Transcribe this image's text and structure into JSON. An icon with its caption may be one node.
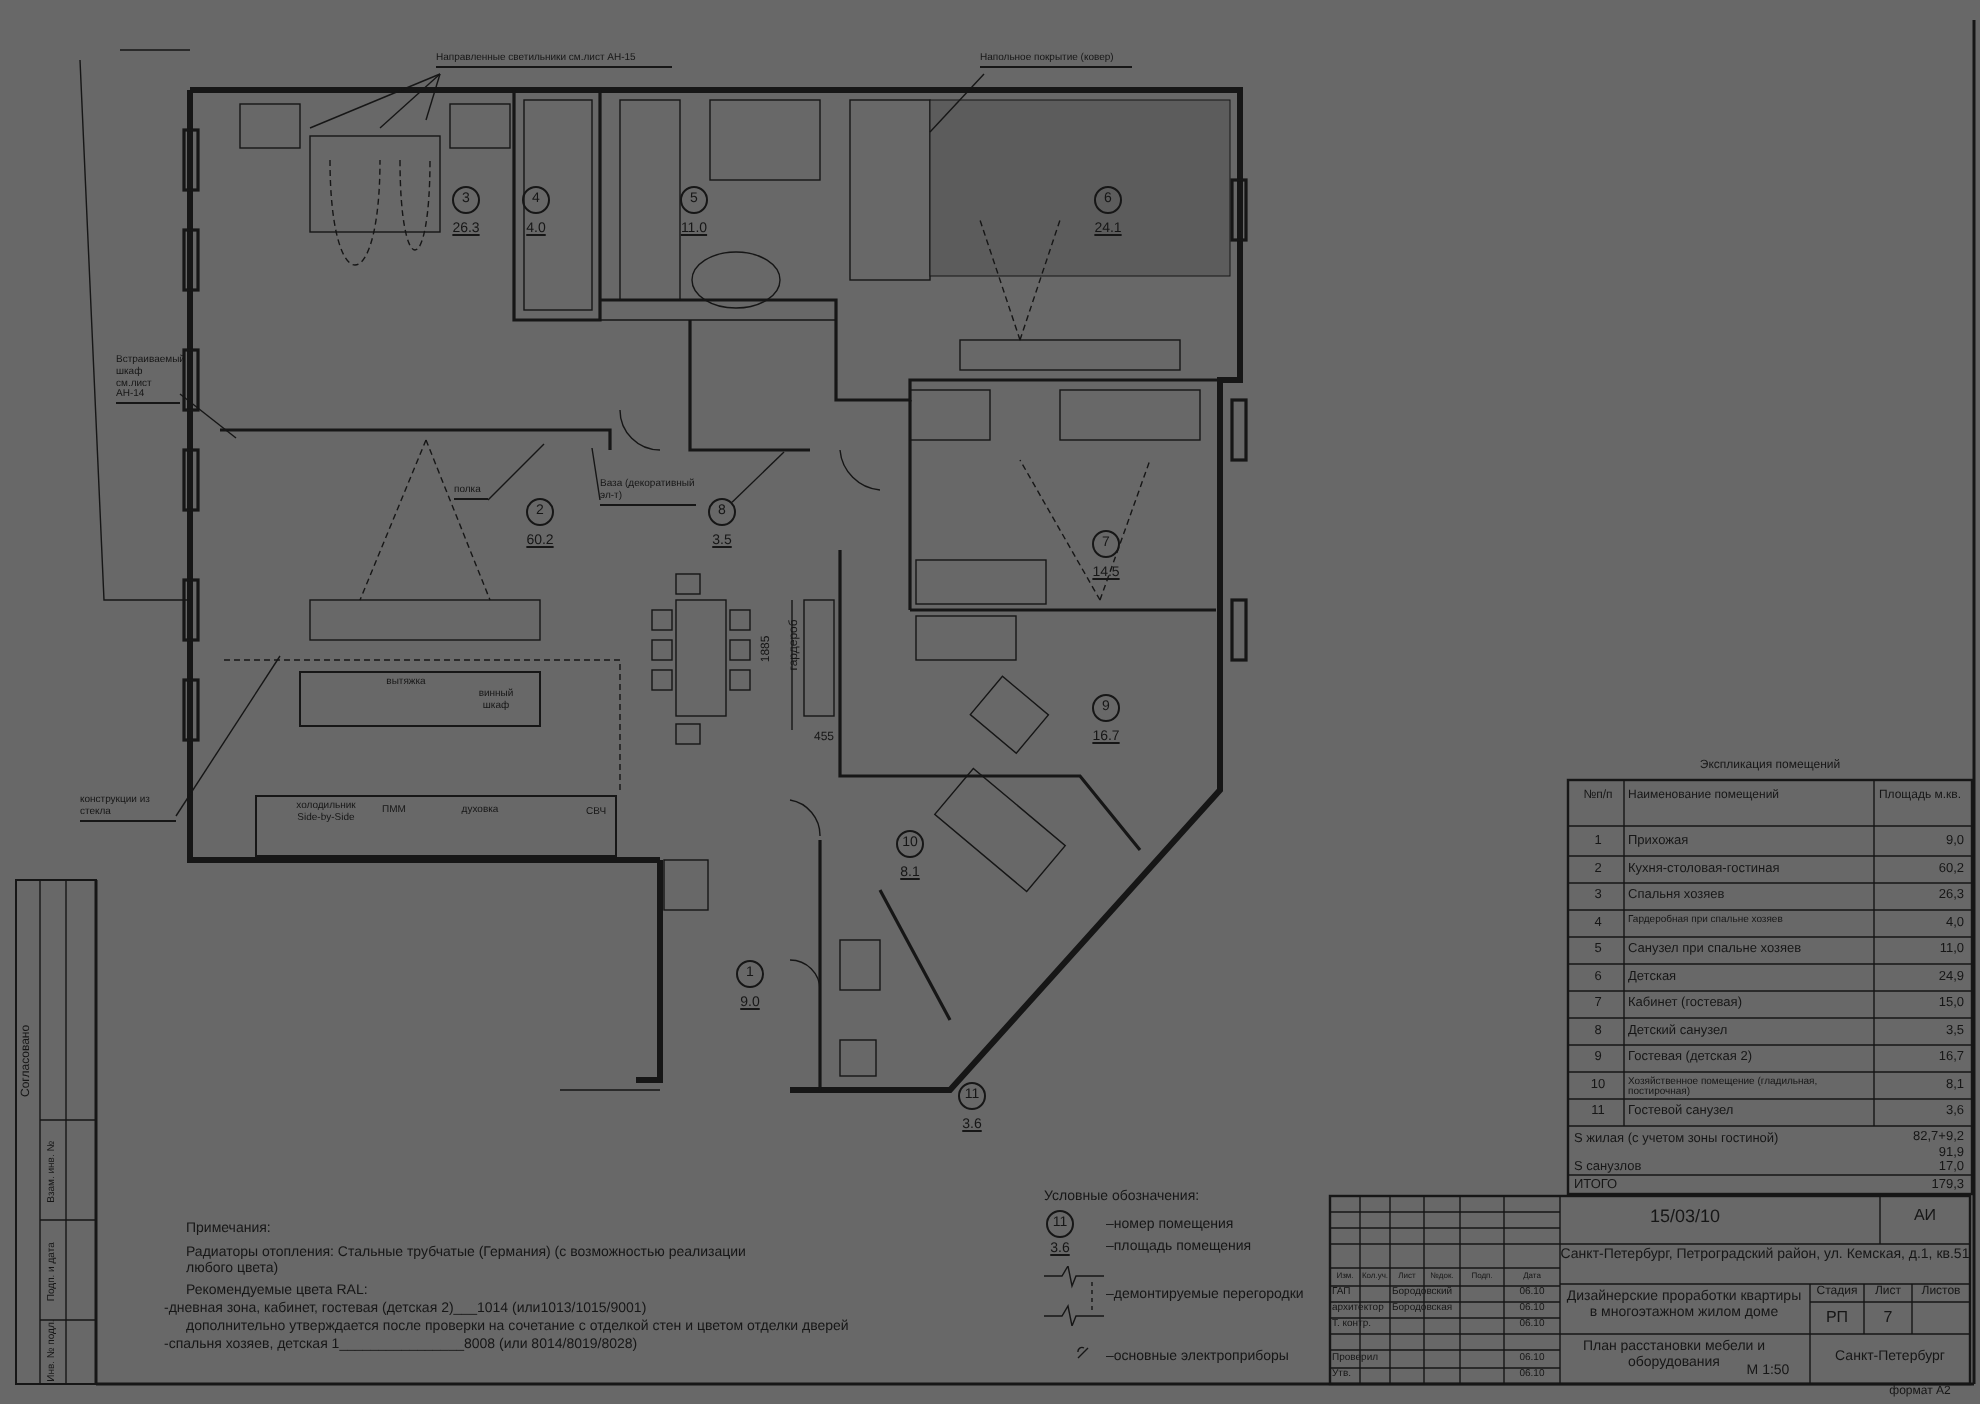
{
  "diagram": {
    "nodes": [
      {
        "text": [
          "Направленные светильники см.лист АН-15"
        ]
      },
      {
        "text": [
          "Напольное покрытие (ковер)"
        ]
      },
      {
        "text": [
          "3"
        ],
        "beside": [
          "26.3"
        ]
      },
      {
        "text": [
          "4"
        ],
        "beside": [
          "4.0"
        ]
      },
      {
        "text": [
          "5"
        ],
        "beside": [
          "11.0"
        ]
      },
      {
        "text": [
          "6"
        ],
        "beside": [
          "24.1"
        ]
      },
      {
        "text": [
          "Встраиваемый шкаф см.лист АН-14"
        ]
      },
      {
        "text": [
          "полка"
        ]
      },
      {
        "text": [
          "Ваза (декоративный эл-т)"
        ]
      },
      {
        "text": [
          "2"
        ],
        "beside": [
          "60.2"
        ]
      },
      {
        "text": [
          "8"
        ],
        "beside": [
          "3.5"
        ]
      },
      {
        "text": [
          "7"
        ],
        "beside": [
          "14.5"
        ]
      },
      {
        "text": [
          "9"
        ],
        "beside": [
          "16.7"
        ]
      },
      {
        "text": [
          "конструкции из стекла"
        ]
      },
      {
        "text": [
          "10"
        ],
        "beside": [
          "8.1"
        ]
      },
      {
        "text": [
          "1"
        ],
        "beside": [
          "9.0"
        ]
      },
      {
        "text": [
          "11"
        ],
        "beside": [
          "3.6"
        ]
      }
    ],
    "edges": [
      {
        "from": 0,
        "to": null,
        "arrow": "none"
      },
      {
        "from": 0,
        "to": null,
        "arrow": "none"
      },
      {
        "from": 0,
        "to": null,
        "arrow": "none"
      },
      {
        "from": 1,
        "to": null,
        "arrow": "none"
      },
      {
        "from": 6,
        "to": null,
        "arrow": "none"
      },
      {
        "from": 7,
        "to": null,
        "arrow": "none"
      },
      {
        "from": 8,
        "to": null,
        "arrow": "none"
      },
      {
        "from": 10,
        "to": null,
        "arrow": "none"
      },
      {
        "from": 13,
        "to": null,
        "arrow": "none"
      }
    ],
    "labels": [
      "вытяжка",
      "винный шкаф",
      "1885",
      "гардероб",
      "455",
      "холодильник Side-by-Side",
      "ПММ",
      "духовка",
      "СВЧ",
      "Экспликация помещений",
      "№п/п",
      "Наименование помещений",
      "Площадь м.кв.",
      "1",
      "Прихожая",
      "9,0",
      "2",
      "Кухня-столовая-гостиная",
      "60,2",
      "3",
      "Спальня хозяев",
      "26,3",
      "4",
      "Гардеробная при спальне хозяев",
      "4,0",
      "5",
      "Санузел при спальне хозяев",
      "11,0",
      "6",
      "Детская",
      "24,9",
      "7",
      "Кабинет (гостевая)",
      "15,0",
      "8",
      "Детский санузел",
      "3,5",
      "9",
      "Гостевая (детская 2)",
      "16,7",
      "10",
      "Хозяйственное помещение (гладильная, постирочная)",
      "8,1",
      "11",
      "Гостевой санузел",
      "3,6",
      "S жилая (с учетом зоны гостиной)",
      "82,7+9,2",
      "91,9",
      "S санузлов",
      "17,0",
      "ИТОГО",
      "179,3",
      "Примечания:",
      "Радиаторы отопления: Стальные трубчатые (Германия) (с возможностью реализации любого цвета)",
      "Рекомендуемые цвета RAL:",
      "-дневная зона, кабинет, гостевая (детская 2)___1014 (или1013/1015/9001)",
      "дополнительно утверждается после проверки на сочетание с отделкой стен и цветом отделки дверей",
      "-спальня хозяев, детская 1________________8008 (или 8014/8019/8028)",
      "Условные обозначения:",
      "11",
      "3.6",
      "15/03/10",
      "АИ",
      "Санкт-Петербург, Петроградский район, ул. Кемская, д.1, кв.51",
      "Изм.",
      "Кол.уч.",
      "Лист",
      "№док.",
      "Подп.",
      "Дата",
      "ГАП",
      "Бородовский",
      "06.10",
      "архитектор",
      "Бородовская",
      "06.10",
      "Т. контр.",
      "06.10",
      "Проверил",
      "06.10",
      "Утв.",
      "06.10",
      "Дизайнерские проработки квартиры в многоэтажном жилом доме",
      "Стадия",
      "Лист",
      "Листов",
      "РП",
      "7",
      "План расстановки мебели и оборудования",
      "М 1:50",
      "Санкт-Петербург",
      "формат А2",
      "Согласовано",
      "Взам. инв. №",
      "Подп. и дата",
      "Инв. № подл."
    ],
    "legend": [
      {
        "text": "–номер помещения"
      },
      {
        "text": "–площадь помещения"
      },
      {
        "text": "–демонтируемые перегородки"
      },
      {
        "text": "–основные электроприборы"
      }
    ]
  }
}
